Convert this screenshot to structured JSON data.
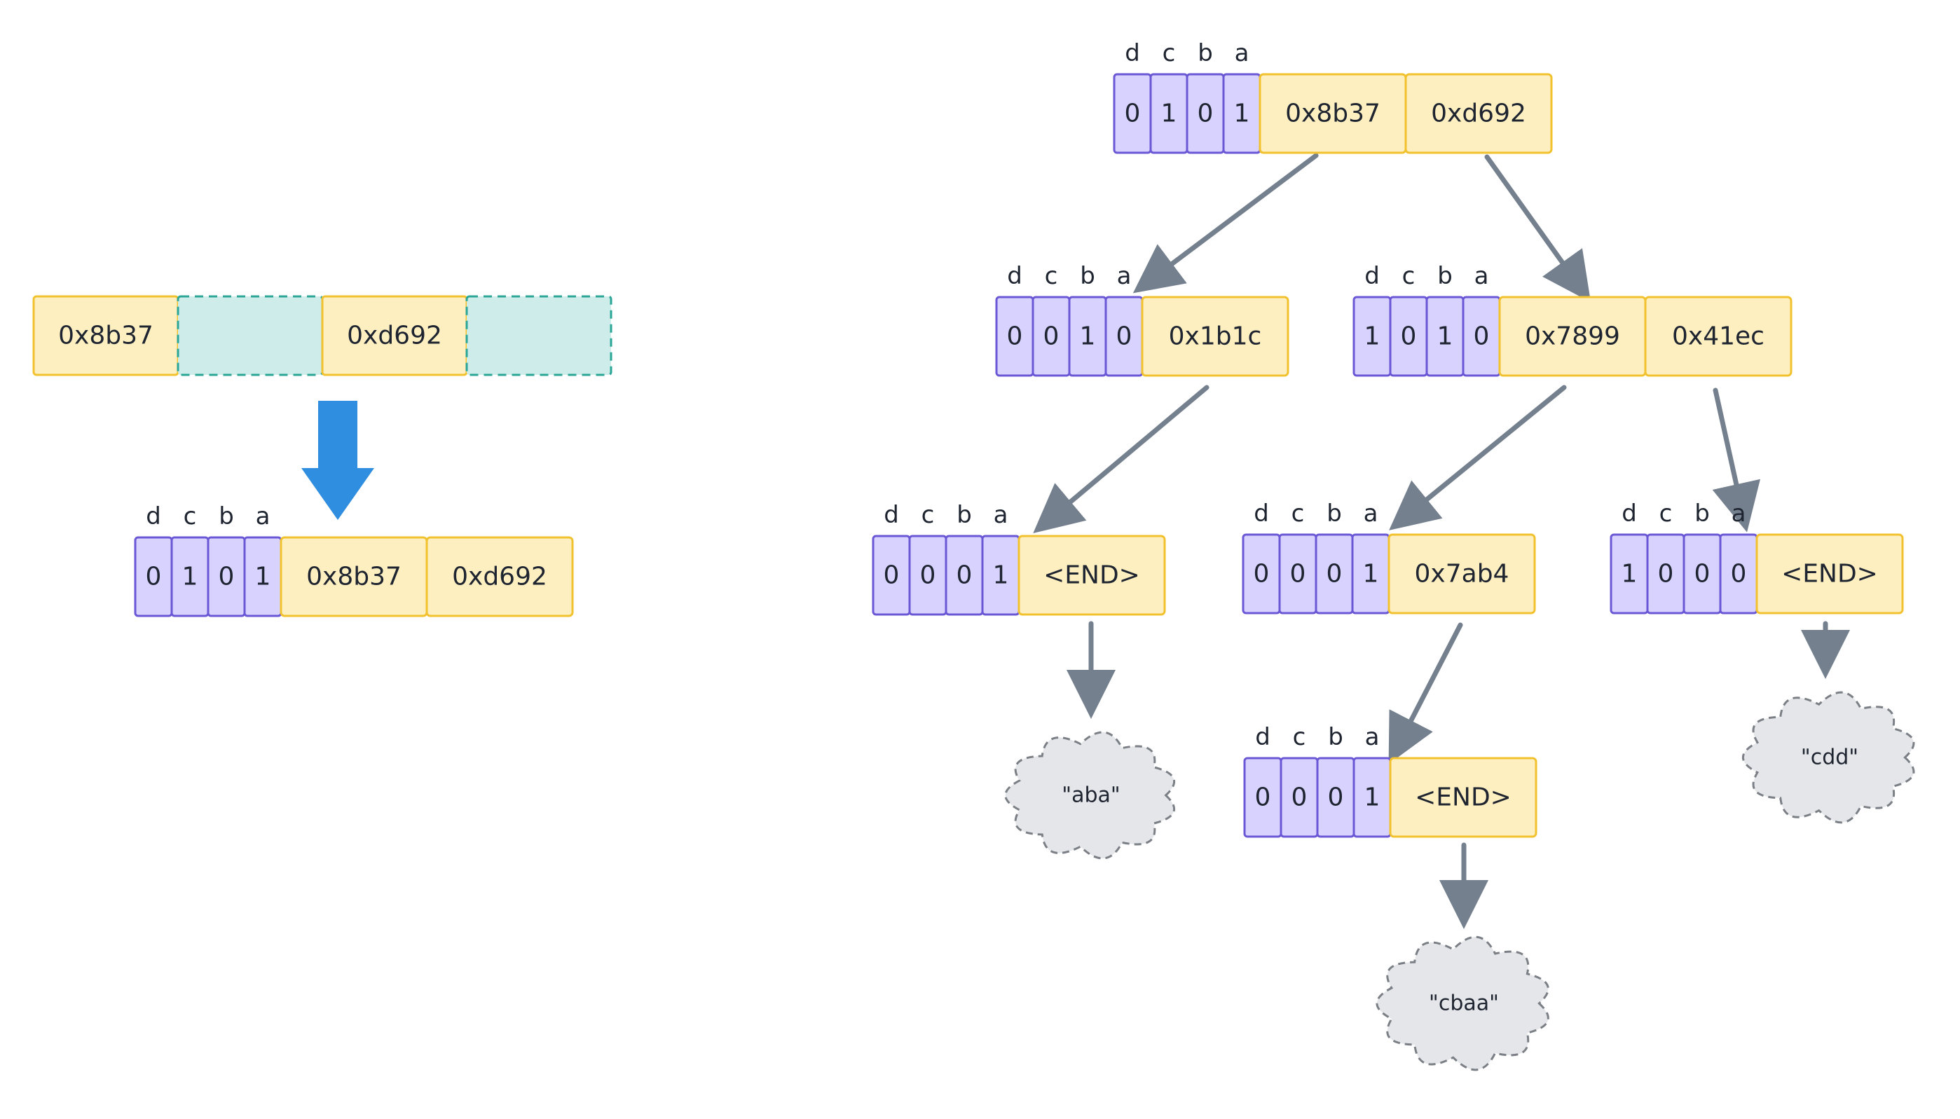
{
  "colors": {
    "bit_fill": "#d8d2ff",
    "bit_stroke": "#6a57d6",
    "ptr_fill": "#fdefc0",
    "ptr_stroke": "#f2c12e",
    "empty_fill": "#cdecea",
    "empty_stroke": "#2ba696",
    "arrow": "#75808f",
    "big_arrow": "#2f8ee0",
    "cloud_fill": "#e4e6e9",
    "cloud_stroke": "#7b7f86",
    "text": "#1e2430"
  },
  "icons": {
    "transform_arrow": "arrow-down-icon"
  },
  "bit_headers": [
    "d",
    "c",
    "b",
    "a"
  ],
  "conversion": {
    "before": {
      "slots": [
        "0x8b37",
        "",
        "0xd692",
        ""
      ]
    },
    "after": {
      "bits": [
        "0",
        "1",
        "0",
        "1"
      ],
      "pointers": [
        "0x8b37",
        "0xd692"
      ]
    }
  },
  "tree": {
    "nodes": [
      {
        "id": "root",
        "bits": [
          "0",
          "1",
          "0",
          "1"
        ],
        "pointers": [
          "0x8b37",
          "0xd692"
        ]
      },
      {
        "id": "n-0x8b37",
        "bits": [
          "0",
          "0",
          "1",
          "0"
        ],
        "pointers": [
          "0x1b1c"
        ]
      },
      {
        "id": "n-0xd692",
        "bits": [
          "1",
          "0",
          "1",
          "0"
        ],
        "pointers": [
          "0x7899",
          "0x41ec"
        ]
      },
      {
        "id": "n-0x1b1c",
        "bits": [
          "0",
          "0",
          "0",
          "1"
        ],
        "pointers": [
          "<END>"
        ]
      },
      {
        "id": "n-0x7899",
        "bits": [
          "0",
          "0",
          "0",
          "1"
        ],
        "pointers": [
          "0x7ab4"
        ]
      },
      {
        "id": "n-0x41ec",
        "bits": [
          "1",
          "0",
          "0",
          "0"
        ],
        "pointers": [
          "<END>"
        ]
      },
      {
        "id": "n-0x7ab4",
        "bits": [
          "0",
          "0",
          "0",
          "1"
        ],
        "pointers": [
          "<END>"
        ]
      }
    ],
    "leaves": [
      {
        "id": "leaf-aba",
        "label": "\"aba\""
      },
      {
        "id": "leaf-cbaa",
        "label": "\"cbaa\""
      },
      {
        "id": "leaf-cdd",
        "label": "\"cdd\""
      }
    ]
  }
}
